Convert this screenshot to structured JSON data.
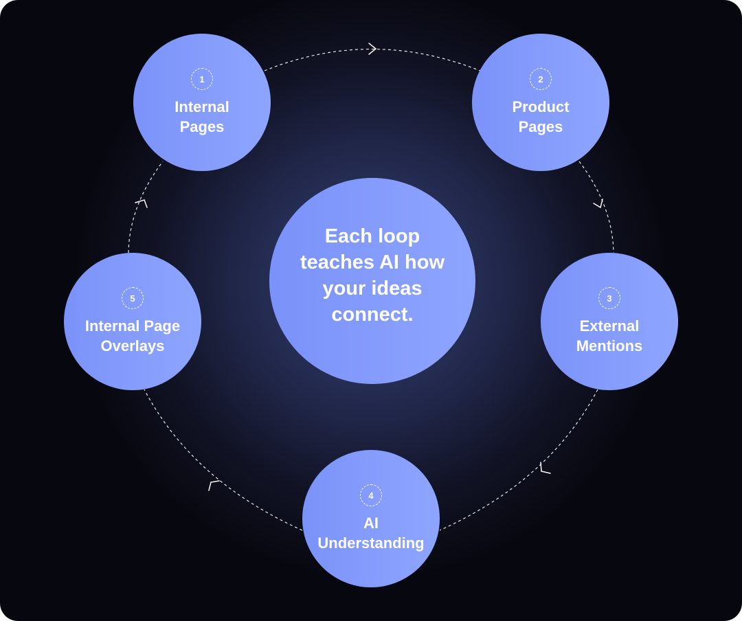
{
  "center": {
    "text": "Each loop teaches AI how your ideas connect."
  },
  "nodes": [
    {
      "number": "1",
      "label_line1": "Internal",
      "label_line2": "Pages"
    },
    {
      "number": "2",
      "label_line1": "Product",
      "label_line2": "Pages"
    },
    {
      "number": "3",
      "label_line1": "External",
      "label_line2": "Mentions"
    },
    {
      "number": "4",
      "label_line1": "AI",
      "label_line2": "Understanding"
    },
    {
      "number": "5",
      "label_line1": "Internal Page",
      "label_line2": "Overlays"
    }
  ],
  "colors": {
    "node_fill_start": "#7b93f9",
    "node_fill_end": "#8ea5ff",
    "background_center": "#333c68",
    "background_edge": "#07080f",
    "connector": "#ffffff"
  }
}
